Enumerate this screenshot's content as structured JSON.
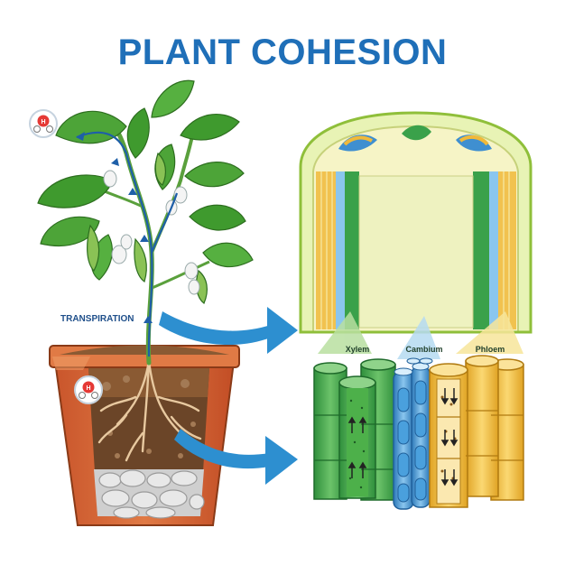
{
  "title": "PLANT COHESION",
  "labels": {
    "transpiration": "TRANSPIRATION",
    "xylem": "Xylem",
    "cambium": "Cambium",
    "phloem": "Phloem",
    "molecule_atom": "H"
  },
  "colors": {
    "title": "#1f6fb8",
    "flow_arrow": "#2d8fd0",
    "pot": "#d9683a",
    "soil": "#6b4528",
    "leaf": "#3f9a2e",
    "xylem": "#3aa14a",
    "cambium": "#3f8fd0",
    "phloem": "#f0b93a",
    "cross_section_bg": "#f3f0c0"
  },
  "icons": {
    "water_molecule_top": "water-molecule-icon",
    "water_molecule_root": "water-molecule-icon"
  }
}
